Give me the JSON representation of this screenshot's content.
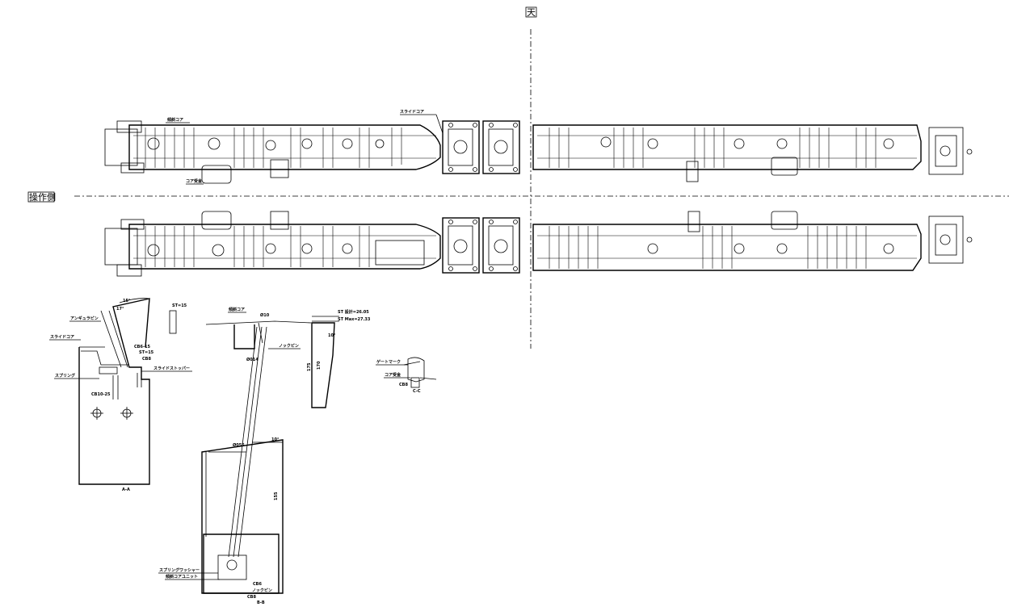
{
  "labels": {
    "top_marker": "天",
    "operator_side": "操作側",
    "slide_core": "スライドコア",
    "inclined_core_top": "傾斜コア",
    "core_receiver_top": "コア受金",
    "angular_pin": "アンギュラピン",
    "slide_core_detail": "スライドコア",
    "spring": "スプリング",
    "slide_stopper": "スライドストッパー",
    "st15_top": "ST=15",
    "st15_side": "ST=15",
    "cb6_15": "CB6-15",
    "cb8_aa": "CB8",
    "cb10_25": "CB10-25",
    "angle_15": "15°",
    "angle_17": "17°",
    "section_aa": "A-A",
    "inclined_core_bb": "傾斜コア",
    "dia_10": "Ø10",
    "dia_14": "Ø014",
    "knock_pin_bb_top": "ノックピン",
    "dia_55": "Ø055",
    "angle_10_bb": "10°",
    "spring_washer": "スプリングワッシャー",
    "inclined_core_unit": "傾斜コアユニット",
    "cb6_bb": "CB6",
    "knock_pin_bb_bottom": "ノックピン",
    "cb8_bb": "CB8",
    "section_bb": "B-B",
    "st_design": "ST 設計=26.05",
    "st_max": "ST Max=27.33",
    "angle_10_side": "10°",
    "gate_mark": "ゲートマーク",
    "core_receiver_cc": "コア受金",
    "cb8_cc": "CB8",
    "section_cc": "C-C",
    "dim_175": "175",
    "dim_170": "170",
    "dim_155": "155"
  }
}
